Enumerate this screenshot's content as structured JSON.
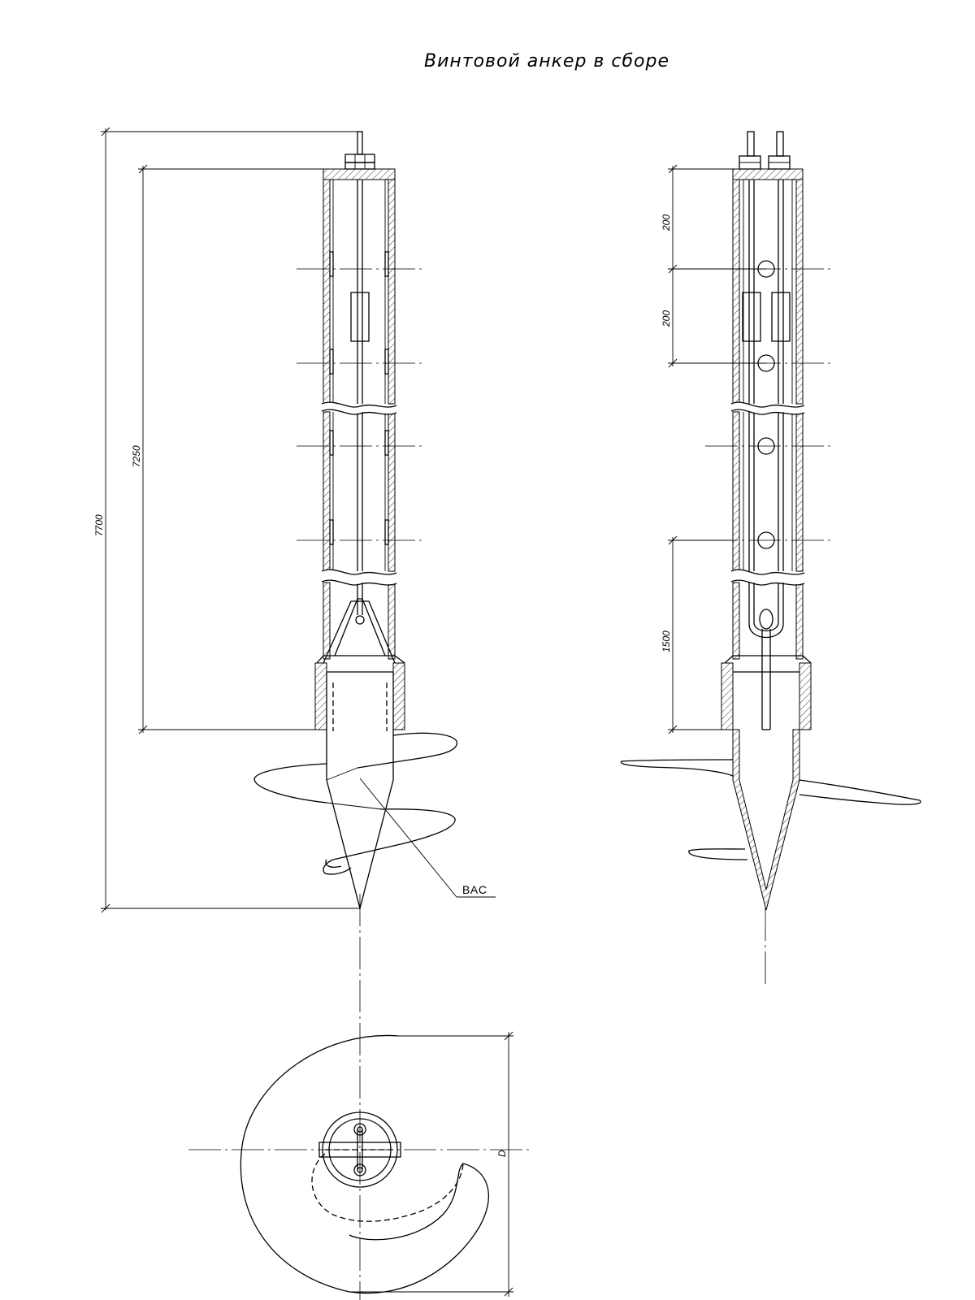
{
  "title": "Винтовой анкер в сборе",
  "dimensions": {
    "overall_length": "7700",
    "pipe_length": "7250",
    "upper_spacing": "200",
    "middle_spacing": "200",
    "lower_length": "1500",
    "diameter": "D"
  },
  "callout": "ВАС"
}
